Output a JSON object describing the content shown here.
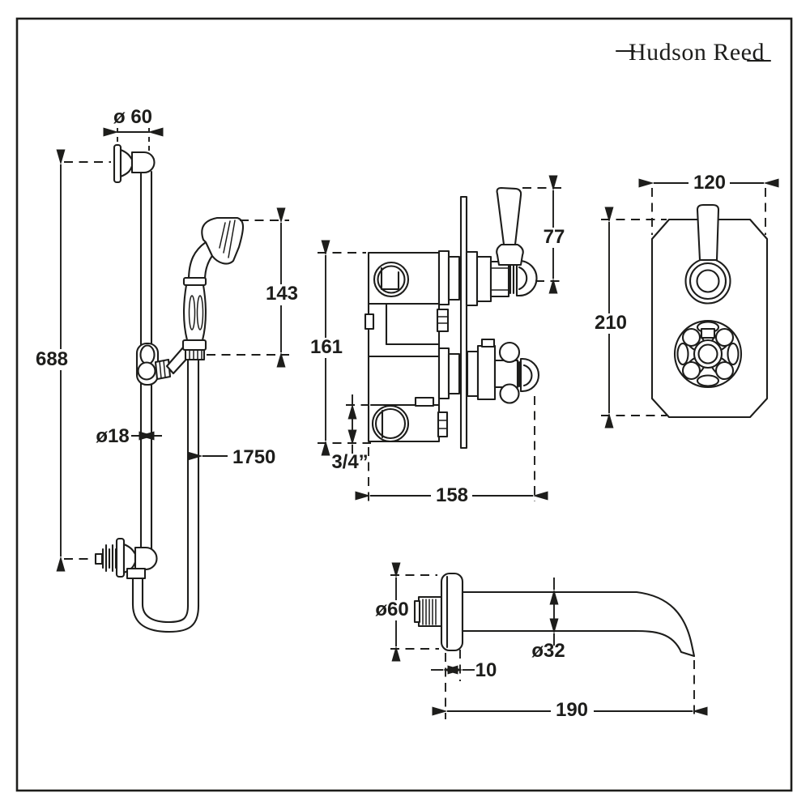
{
  "brand": {
    "name": "Hudson Reed"
  },
  "drawing": {
    "slide_rail": {
      "bracket_diameter": "ø 60",
      "rail_height": "688",
      "handset_height": "143",
      "rail_diameter": "ø18",
      "hose_length": "1750"
    },
    "valve": {
      "handle_height": "77",
      "body_height": "161",
      "connection_size": "3/4”",
      "body_width": "158"
    },
    "faceplate": {
      "plate_width": "120",
      "plate_height": "210"
    },
    "spout": {
      "flange_diameter": "ø60",
      "spout_diameter": "ø32",
      "flange_depth": "10",
      "spout_reach": "190"
    }
  }
}
